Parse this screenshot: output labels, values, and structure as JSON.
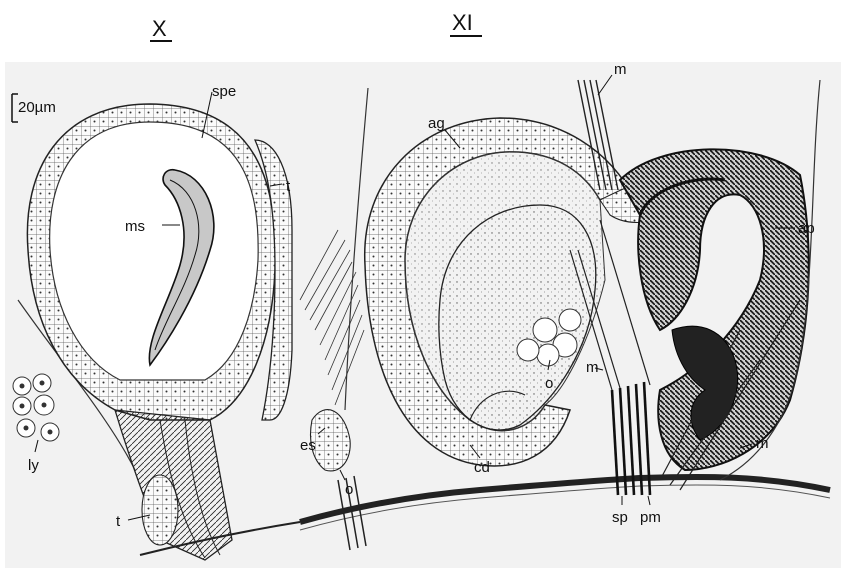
{
  "figure": {
    "headers": {
      "left": "X",
      "right": "XI"
    },
    "scale_bar": "20µm",
    "labels": {
      "spe": "spe",
      "t_upper": "t",
      "ms": "ms",
      "ly": "ly",
      "t_lower": "t",
      "es": "es",
      "o_lower": "o",
      "ag": "ag",
      "cd": "cd",
      "o_right": "o",
      "m_top": "m",
      "ap": "ap",
      "m_mid": "m",
      "m_right": "m",
      "sp": "sp",
      "pm": "pm"
    }
  }
}
